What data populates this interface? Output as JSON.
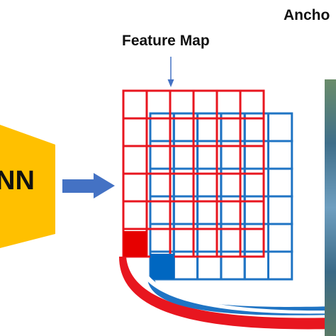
{
  "labels": {
    "feature_map": "Feature Map",
    "cnn": "NN",
    "anchor": "Ancho"
  },
  "grids": {
    "red": {
      "cols": 6,
      "rows": 6,
      "highlight": "bottom-left"
    },
    "blue": {
      "cols": 6,
      "rows": 6,
      "highlight": "bottom-left"
    }
  },
  "colors": {
    "cnn_block": "#FFC000",
    "arrow": "#4472C4",
    "red_grid": "#E8161F",
    "blue_grid": "#1F74C4",
    "red_cell": "#E60000",
    "blue_cell": "#0067C1",
    "text": "#111111"
  }
}
